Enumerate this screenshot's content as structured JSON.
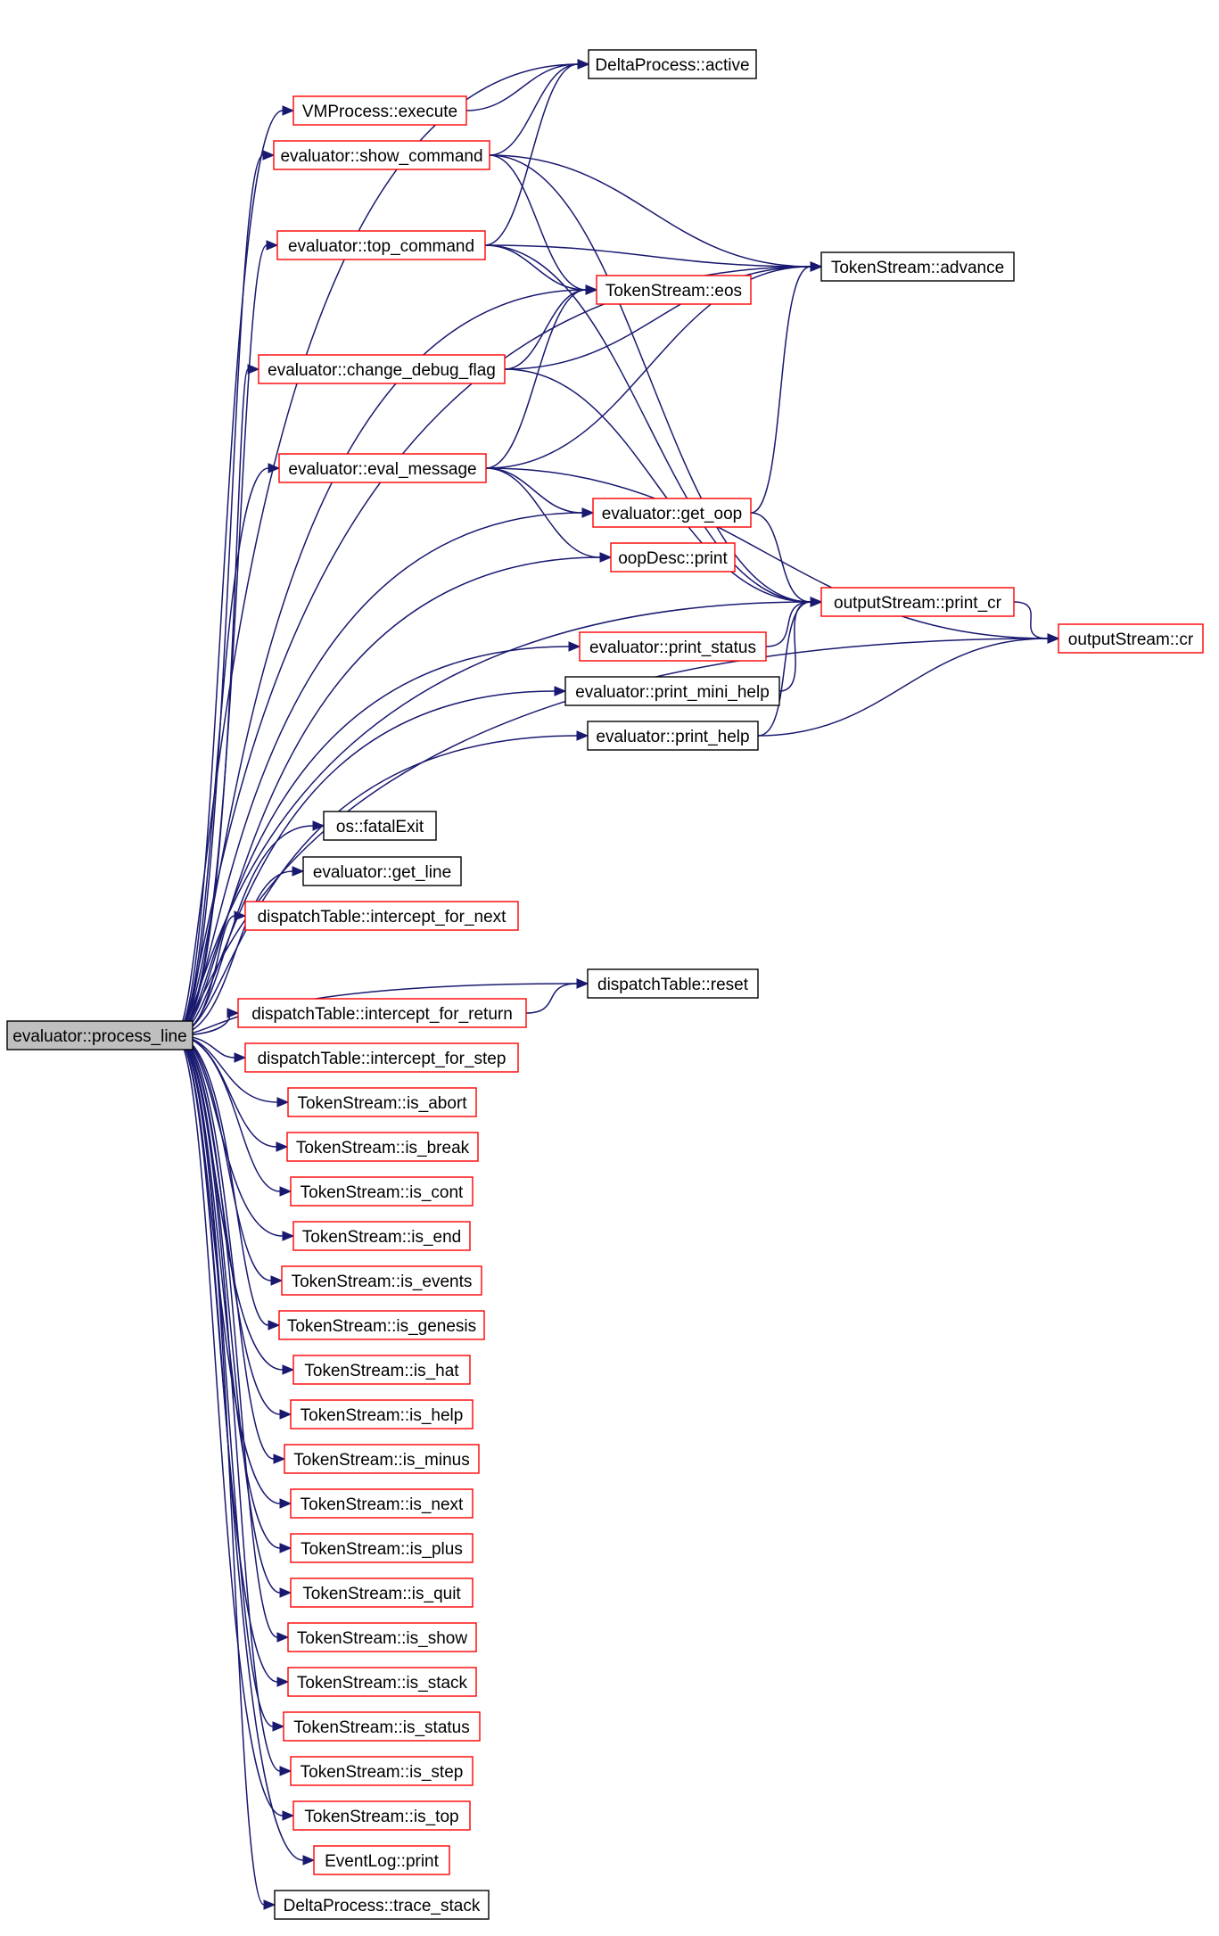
{
  "graph": {
    "colors": {
      "edge": "#191970",
      "link_border": "#ff0000",
      "plain_border": "#000000",
      "root_fill": "#bfbfbf"
    },
    "nodes": [
      {
        "id": "process_line",
        "label": "evaluator::process_line",
        "kind": "root"
      },
      {
        "id": "delta_active",
        "label": "DeltaProcess::active",
        "kind": "plain"
      },
      {
        "id": "vm_execute",
        "label": "VMProcess::execute",
        "kind": "link"
      },
      {
        "id": "show_command",
        "label": "evaluator::show_command",
        "kind": "link"
      },
      {
        "id": "top_command",
        "label": "evaluator::top_command",
        "kind": "link"
      },
      {
        "id": "ts_advance",
        "label": "TokenStream::advance",
        "kind": "plain"
      },
      {
        "id": "ts_eos",
        "label": "TokenStream::eos",
        "kind": "link"
      },
      {
        "id": "change_debug",
        "label": "evaluator::change_debug_flag",
        "kind": "link"
      },
      {
        "id": "eval_message",
        "label": "evaluator::eval_message",
        "kind": "link"
      },
      {
        "id": "get_oop",
        "label": "evaluator::get_oop",
        "kind": "link"
      },
      {
        "id": "oop_print",
        "label": "oopDesc::print",
        "kind": "link"
      },
      {
        "id": "os_print_cr",
        "label": "outputStream::print_cr",
        "kind": "link"
      },
      {
        "id": "os_cr",
        "label": "outputStream::cr",
        "kind": "link"
      },
      {
        "id": "print_status",
        "label": "evaluator::print_status",
        "kind": "link"
      },
      {
        "id": "print_mini_help",
        "label": "evaluator::print_mini_help",
        "kind": "plain"
      },
      {
        "id": "print_help",
        "label": "evaluator::print_help",
        "kind": "plain"
      },
      {
        "id": "fatal_exit",
        "label": "os::fatalExit",
        "kind": "plain"
      },
      {
        "id": "get_line",
        "label": "evaluator::get_line",
        "kind": "plain"
      },
      {
        "id": "dt_next",
        "label": "dispatchTable::intercept_for_next",
        "kind": "link"
      },
      {
        "id": "dt_reset",
        "label": "dispatchTable::reset",
        "kind": "plain"
      },
      {
        "id": "dt_return",
        "label": "dispatchTable::intercept_for_return",
        "kind": "link"
      },
      {
        "id": "dt_step",
        "label": "dispatchTable::intercept_for_step",
        "kind": "link"
      },
      {
        "id": "is_abort",
        "label": "TokenStream::is_abort",
        "kind": "link"
      },
      {
        "id": "is_break",
        "label": "TokenStream::is_break",
        "kind": "link"
      },
      {
        "id": "is_cont",
        "label": "TokenStream::is_cont",
        "kind": "link"
      },
      {
        "id": "is_end",
        "label": "TokenStream::is_end",
        "kind": "link"
      },
      {
        "id": "is_events",
        "label": "TokenStream::is_events",
        "kind": "link"
      },
      {
        "id": "is_genesis",
        "label": "TokenStream::is_genesis",
        "kind": "link"
      },
      {
        "id": "is_hat",
        "label": "TokenStream::is_hat",
        "kind": "link"
      },
      {
        "id": "is_help",
        "label": "TokenStream::is_help",
        "kind": "link"
      },
      {
        "id": "is_minus",
        "label": "TokenStream::is_minus",
        "kind": "link"
      },
      {
        "id": "is_next",
        "label": "TokenStream::is_next",
        "kind": "link"
      },
      {
        "id": "is_plus",
        "label": "TokenStream::is_plus",
        "kind": "link"
      },
      {
        "id": "is_quit",
        "label": "TokenStream::is_quit",
        "kind": "link"
      },
      {
        "id": "is_show",
        "label": "TokenStream::is_show",
        "kind": "link"
      },
      {
        "id": "is_stack",
        "label": "TokenStream::is_stack",
        "kind": "link"
      },
      {
        "id": "is_status",
        "label": "TokenStream::is_status",
        "kind": "link"
      },
      {
        "id": "is_step",
        "label": "TokenStream::is_step",
        "kind": "link"
      },
      {
        "id": "is_top",
        "label": "TokenStream::is_top",
        "kind": "link"
      },
      {
        "id": "eventlog_print",
        "label": "EventLog::print",
        "kind": "link"
      },
      {
        "id": "trace_stack",
        "label": "DeltaProcess::trace_stack",
        "kind": "plain"
      }
    ],
    "edges": [
      [
        "process_line",
        "delta_active"
      ],
      [
        "process_line",
        "vm_execute"
      ],
      [
        "process_line",
        "show_command"
      ],
      [
        "process_line",
        "top_command"
      ],
      [
        "process_line",
        "ts_advance"
      ],
      [
        "process_line",
        "ts_eos"
      ],
      [
        "process_line",
        "change_debug"
      ],
      [
        "process_line",
        "eval_message"
      ],
      [
        "process_line",
        "get_oop"
      ],
      [
        "process_line",
        "oop_print"
      ],
      [
        "process_line",
        "os_print_cr"
      ],
      [
        "process_line",
        "print_status"
      ],
      [
        "process_line",
        "print_mini_help"
      ],
      [
        "process_line",
        "print_help"
      ],
      [
        "process_line",
        "os_cr"
      ],
      [
        "process_line",
        "fatal_exit"
      ],
      [
        "process_line",
        "get_line"
      ],
      [
        "process_line",
        "dt_next"
      ],
      [
        "process_line",
        "dt_reset"
      ],
      [
        "process_line",
        "dt_return"
      ],
      [
        "process_line",
        "dt_step"
      ],
      [
        "process_line",
        "is_abort"
      ],
      [
        "process_line",
        "is_break"
      ],
      [
        "process_line",
        "is_cont"
      ],
      [
        "process_line",
        "is_end"
      ],
      [
        "process_line",
        "is_events"
      ],
      [
        "process_line",
        "is_genesis"
      ],
      [
        "process_line",
        "is_hat"
      ],
      [
        "process_line",
        "is_help"
      ],
      [
        "process_line",
        "is_minus"
      ],
      [
        "process_line",
        "is_next"
      ],
      [
        "process_line",
        "is_plus"
      ],
      [
        "process_line",
        "is_quit"
      ],
      [
        "process_line",
        "is_show"
      ],
      [
        "process_line",
        "is_stack"
      ],
      [
        "process_line",
        "is_status"
      ],
      [
        "process_line",
        "is_step"
      ],
      [
        "process_line",
        "is_top"
      ],
      [
        "process_line",
        "eventlog_print"
      ],
      [
        "process_line",
        "trace_stack"
      ],
      [
        "vm_execute",
        "delta_active"
      ],
      [
        "show_command",
        "delta_active"
      ],
      [
        "show_command",
        "ts_advance"
      ],
      [
        "show_command",
        "ts_eos"
      ],
      [
        "show_command",
        "os_print_cr"
      ],
      [
        "top_command",
        "delta_active"
      ],
      [
        "top_command",
        "ts_advance"
      ],
      [
        "top_command",
        "ts_eos"
      ],
      [
        "top_command",
        "os_print_cr"
      ],
      [
        "change_debug",
        "ts_eos"
      ],
      [
        "change_debug",
        "ts_advance"
      ],
      [
        "change_debug",
        "os_print_cr"
      ],
      [
        "eval_message",
        "ts_eos"
      ],
      [
        "eval_message",
        "ts_advance"
      ],
      [
        "eval_message",
        "get_oop"
      ],
      [
        "eval_message",
        "oop_print"
      ],
      [
        "eval_message",
        "os_cr"
      ],
      [
        "get_oop",
        "ts_advance"
      ],
      [
        "get_oop",
        "os_print_cr"
      ],
      [
        "os_print_cr",
        "os_cr"
      ],
      [
        "print_status",
        "os_print_cr"
      ],
      [
        "print_mini_help",
        "os_print_cr"
      ],
      [
        "print_help",
        "os_print_cr"
      ],
      [
        "print_help",
        "os_cr"
      ],
      [
        "dt_return",
        "dt_reset"
      ]
    ]
  }
}
